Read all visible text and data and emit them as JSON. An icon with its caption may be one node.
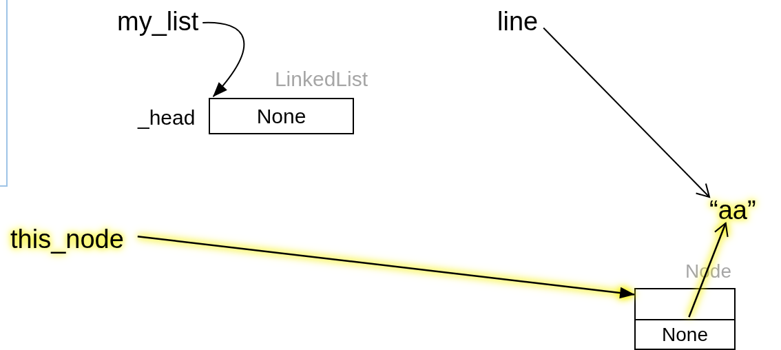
{
  "diagram": {
    "nodes": [
      {
        "text": [
          "my_list"
        ]
      },
      {
        "text": [
          "LinkedList",
          "None"
        ],
        "beside": [
          "_head"
        ]
      },
      {
        "text": [
          "line"
        ]
      },
      {
        "text": [
          "“aa”"
        ]
      },
      {
        "text": [
          "this_node"
        ]
      },
      {
        "text": [
          "Node"
        ]
      },
      {
        "text": [],
        "shape": "box",
        "in": 5
      },
      {
        "text": [
          "None"
        ],
        "in": 5
      }
    ],
    "edges": [
      {
        "from": 0,
        "to": 1,
        "arrow": "to"
      },
      {
        "from": 2,
        "to": 3,
        "arrow": "to"
      },
      {
        "from": 4,
        "to": 6,
        "arrow": "to"
      },
      {
        "from": 6,
        "to": 3,
        "arrow": "to"
      }
    ]
  }
}
